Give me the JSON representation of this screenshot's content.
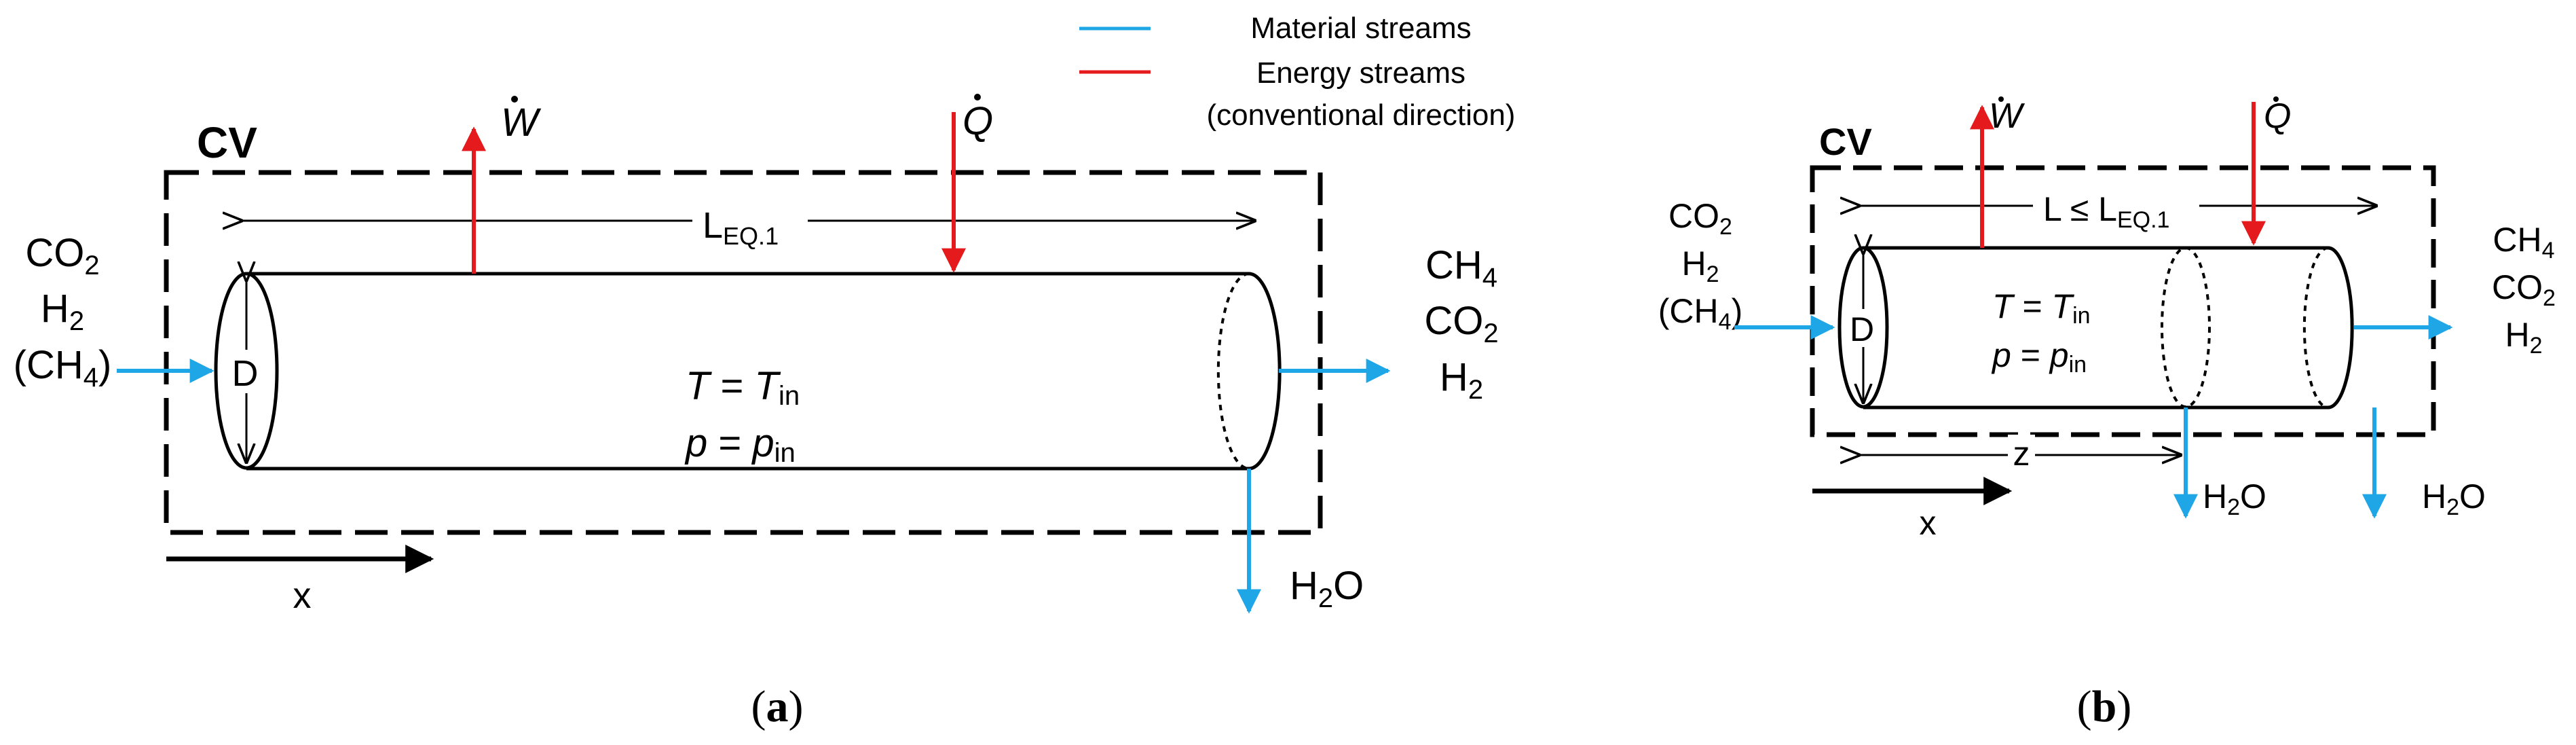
{
  "legend": {
    "material": {
      "label": "Material streams",
      "color": "#1ea6e6"
    },
    "energy": {
      "label": "Energy streams",
      "label2": "(conventional direction)",
      "color": "#e41a1c"
    }
  },
  "panel_a": {
    "cv": "CV",
    "work": "W",
    "heat": "Q",
    "length_main": "L",
    "length_sub": "EQ.1",
    "diameter": "D",
    "temperature": {
      "lhs": "T",
      "mid": " = ",
      "rhs": "T",
      "sub": "in"
    },
    "pressure": {
      "lhs": "p",
      "mid": " = ",
      "rhs": "p",
      "sub": "in"
    },
    "inlet": [
      "CO",
      "2",
      "H",
      "2",
      "(CH",
      "4",
      ")"
    ],
    "outlet": [
      "CH",
      "4",
      "CO",
      "2",
      "H",
      "2"
    ],
    "water": [
      "H",
      "2",
      "O"
    ],
    "axis": "x",
    "caption": {
      "open": "(",
      "letter": "a",
      "close": ")"
    }
  },
  "panel_b": {
    "cv": "CV",
    "work": "W",
    "heat": "Q",
    "length_main": "L ≤ L",
    "length_sub": "EQ.1",
    "diameter": "D",
    "temperature": {
      "lhs": "T",
      "mid": " = ",
      "rhs": "T",
      "sub": "in"
    },
    "pressure": {
      "lhs": "p",
      "mid": " = ",
      "rhs": "p",
      "sub": "in"
    },
    "inlet": [
      "CO",
      "2",
      "H",
      "2",
      "(CH",
      "4",
      ")"
    ],
    "outlet": [
      "CH",
      "4",
      "CO",
      "2",
      "H",
      "2"
    ],
    "water1": [
      "H",
      "2",
      "O"
    ],
    "water2": [
      "H",
      "2",
      "O"
    ],
    "z_label": "z",
    "axis": "x",
    "caption": {
      "open": "(",
      "letter": "b",
      "close": ")"
    }
  }
}
